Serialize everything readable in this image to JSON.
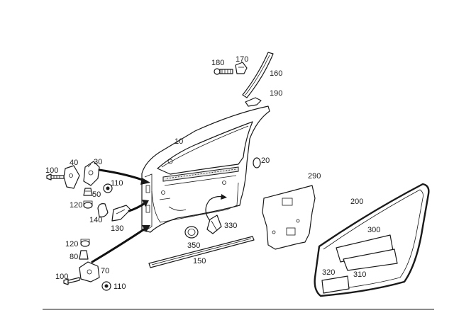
{
  "callouts": {
    "p10": "10",
    "p20": "20",
    "p30": "30",
    "p40": "40",
    "p50": "50",
    "p70": "70",
    "p80": "80",
    "p100a": "100",
    "p100b": "100",
    "p110a": "110",
    "p110b": "110",
    "p120a": "120",
    "p120b": "120",
    "p130": "130",
    "p140": "140",
    "p150": "150",
    "p160": "160",
    "p170": "170",
    "p180": "180",
    "p190": "190",
    "p200": "200",
    "p290": "290",
    "p300": "300",
    "p310": "310",
    "p320": "320",
    "p330": "330",
    "p350": "350"
  },
  "colors": {
    "ink": "#1a1a1a",
    "paper": "#ffffff",
    "shade": "#e8e8e8"
  }
}
